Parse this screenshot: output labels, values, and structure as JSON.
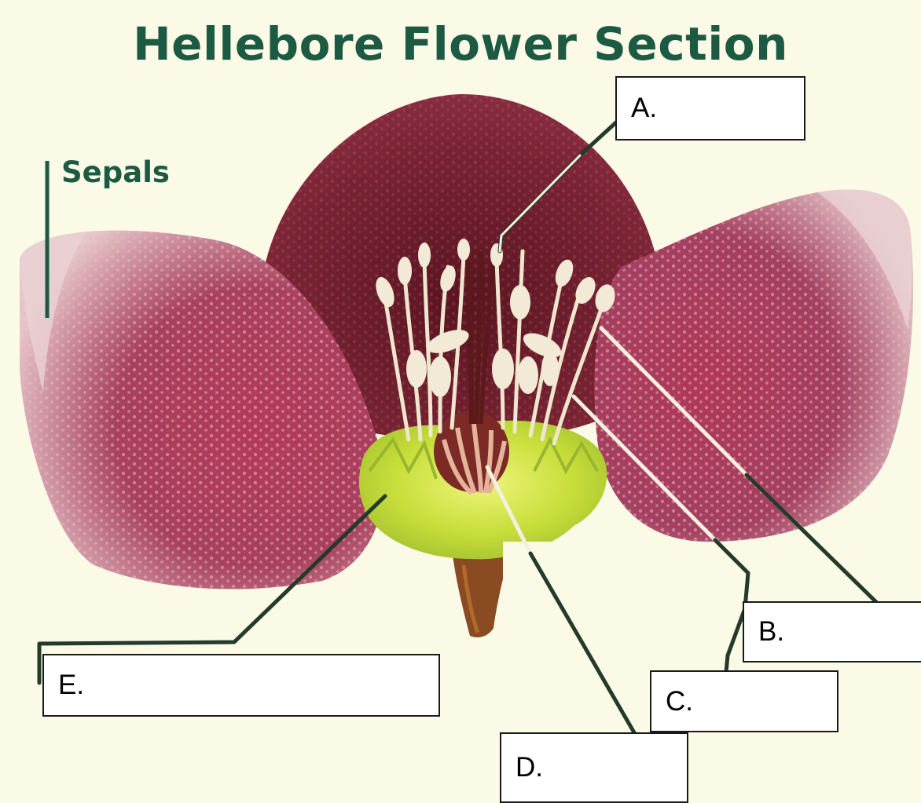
{
  "title": "Hellebore Flower Section",
  "sepals_label": "Sepals",
  "labels": {
    "a": "A.",
    "b": "B.",
    "c": "C.",
    "d": "D.",
    "e": "E."
  },
  "colors": {
    "background": "#fbfae6",
    "title": "#1d5a44",
    "sepal": "#9c3a55",
    "inner_petal": "#6e1e2c",
    "nectary": "#c9e03a",
    "stamen": "#efe6cf",
    "leader_line": "#1f3d2c"
  }
}
